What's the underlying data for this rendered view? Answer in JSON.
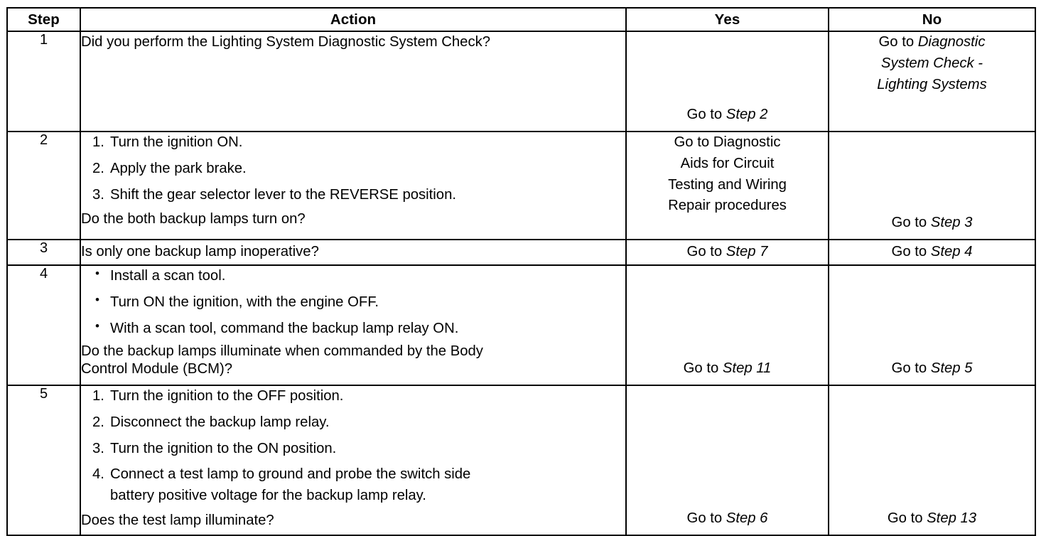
{
  "table": {
    "headers": {
      "step": "Step",
      "action": "Action",
      "yes": "Yes",
      "no": "No"
    },
    "rows": [
      {
        "step": "1",
        "action": {
          "type": "plain",
          "lines": [
            "Did you perform the Lighting System Diagnostic System Check?"
          ]
        },
        "yes": {
          "prefix": "Go to ",
          "ref": "Step 2"
        },
        "no": {
          "prefix": "Go to ",
          "ref_lines": [
            "Diagnostic",
            "System Check -",
            "Lighting Systems"
          ]
        }
      },
      {
        "step": "2",
        "action": {
          "type": "ordered",
          "items": [
            {
              "marker": "1.",
              "text": "Turn the ignition ON."
            },
            {
              "marker": "2.",
              "text": "Apply the park brake."
            },
            {
              "marker": "3.",
              "text": "Shift the gear selector lever to the REVERSE position."
            }
          ],
          "question": "Do the both backup lamps turn on?"
        },
        "yes": {
          "plain_lines": [
            "Go to Diagnostic",
            "Aids for Circuit",
            "Testing and Wiring",
            "Repair procedures"
          ]
        },
        "no": {
          "prefix": "Go to ",
          "ref": "Step 3"
        }
      },
      {
        "step": "3",
        "action": {
          "type": "plain",
          "lines": [
            "Is only one backup lamp inoperative?"
          ]
        },
        "yes": {
          "prefix": "Go to ",
          "ref": "Step 7"
        },
        "no": {
          "prefix": "Go to ",
          "ref": "Step 4"
        }
      },
      {
        "step": "4",
        "action": {
          "type": "bulleted",
          "items": [
            {
              "marker": "•",
              "text": "Install a scan tool."
            },
            {
              "marker": "•",
              "text": "Turn ON the ignition, with the engine OFF."
            },
            {
              "marker": "•",
              "text": "With a scan tool, command the backup lamp relay ON."
            }
          ],
          "question_lines": [
            "Do the backup lamps illuminate when commanded by the Body",
            "Control Module (BCM)?"
          ]
        },
        "yes": {
          "prefix": "Go to ",
          "ref": "Step 11"
        },
        "no": {
          "prefix": "Go to ",
          "ref": "Step 5"
        }
      },
      {
        "step": "5",
        "action": {
          "type": "ordered",
          "items": [
            {
              "marker": "1.",
              "text": "Turn the ignition to the OFF position."
            },
            {
              "marker": "2.",
              "text": "Disconnect the backup lamp relay."
            },
            {
              "marker": "3.",
              "text": "Turn the ignition to the ON position."
            },
            {
              "marker": "4.",
              "text": "Connect a test lamp to ground and probe the switch side",
              "text2": "battery positive voltage for the backup lamp relay."
            }
          ],
          "question": "Does the test lamp illuminate?"
        },
        "yes": {
          "prefix": "Go to ",
          "ref": "Step 6"
        },
        "no": {
          "prefix": "Go to ",
          "ref": "Step 13"
        }
      }
    ]
  },
  "colors": {
    "border": "#000000",
    "text": "#000000",
    "background": "#ffffff"
  }
}
